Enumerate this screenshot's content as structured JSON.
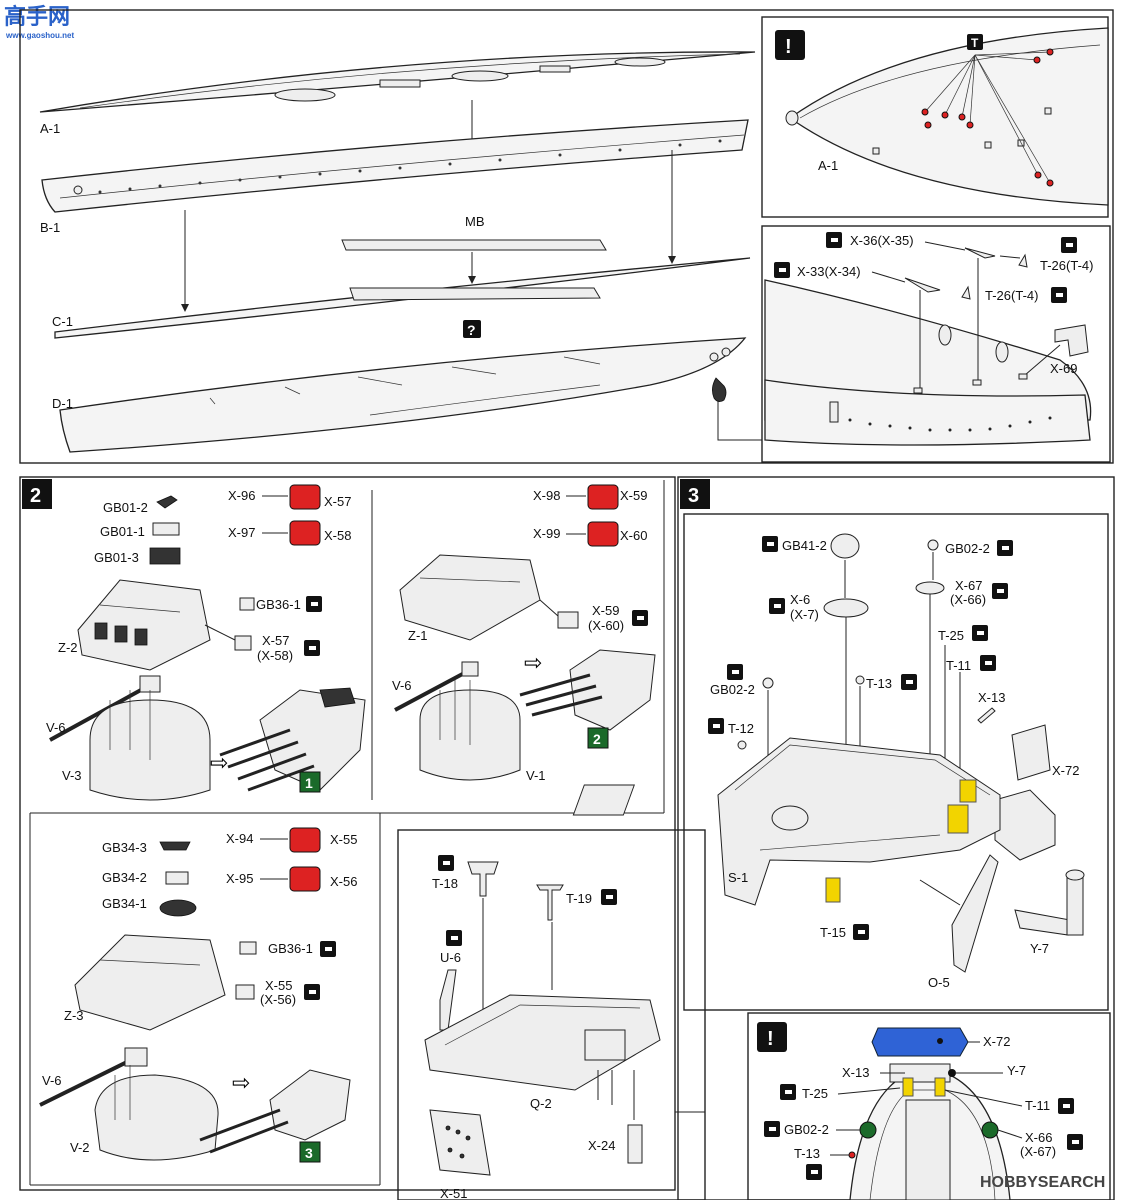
{
  "watermark_top": {
    "title": "高手网",
    "url": "www.gaoshou.net"
  },
  "watermark_bottom": "HOBBYSEARCH",
  "step1": {
    "labels": [
      "A-1",
      "B-1",
      "MB",
      "C-1",
      "D-1"
    ],
    "question_mark": "?",
    "warning_mark": "!",
    "detail_a": {
      "label": "A-1",
      "mark": "!",
      "pin_icon": "T"
    },
    "detail_b": {
      "parts": [
        "X-36(X-35)",
        "T-26(T-4)",
        "X-33(X-34)",
        "T-26(T-4)",
        "X-69"
      ]
    }
  },
  "step2": {
    "number": "2",
    "turret_a": {
      "parts": [
        "GB01-2",
        "GB01-1",
        "GB01-3",
        "Z-2",
        "GB36-1",
        "X-57",
        "(X-58)",
        "V-6",
        "V-3"
      ],
      "callouts": [
        [
          "X-96",
          "X-57"
        ],
        [
          "X-97",
          "X-58"
        ]
      ],
      "badge": "1"
    },
    "turret_b": {
      "parts": [
        "Z-1",
        "X-59",
        "(X-60)",
        "V-6",
        "V-1"
      ],
      "callouts": [
        [
          "X-98",
          "X-59"
        ],
        [
          "X-99",
          "X-60"
        ]
      ],
      "badge": "2"
    },
    "turret_c": {
      "parts": [
        "GB34-3",
        "GB34-2",
        "GB34-1",
        "GB36-1",
        "Z-3",
        "X-55",
        "(X-56)",
        "V-6",
        "V-2"
      ],
      "callouts": [
        [
          "X-94",
          "X-55"
        ],
        [
          "X-95",
          "X-56"
        ]
      ],
      "badge": "3"
    },
    "bridge": {
      "parts": [
        "T-18",
        "T-19",
        "U-6",
        "Q-2",
        "X-51",
        "X-24"
      ]
    }
  },
  "step3": {
    "number": "3",
    "parts": [
      "GB41-2",
      "GB02-2",
      "X-6",
      "(X-7)",
      "X-67",
      "(X-66)",
      "T-25",
      "T-11",
      "GB02-2",
      "T-13",
      "X-13",
      "T-12",
      "X-72",
      "S-1",
      "T-15",
      "Y-7",
      "O-5"
    ],
    "detail": {
      "mark": "!",
      "parts": [
        "X-72",
        "X-13",
        "Y-7",
        "T-25",
        "T-11",
        "GB02-2",
        "X-66",
        "(X-67)",
        "T-13"
      ]
    }
  }
}
